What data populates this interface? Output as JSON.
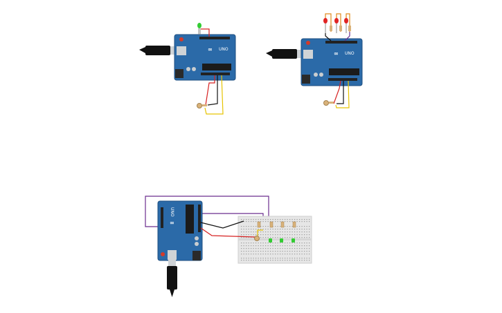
{
  "canvas": {
    "background": "#ffffff"
  },
  "colors": {
    "board_blue": "#2b6aa8",
    "board_dark": "#1f4f80",
    "header_black": "#222222",
    "chip_black": "#1b1b1b",
    "cable_black": "#111111",
    "usb_silver": "#cfd3d6",
    "power_jack": "#2a2a2a",
    "wire_red": "#d62020",
    "wire_black": "#111111",
    "wire_yellow": "#e6c300",
    "wire_purple": "#6b2c8e",
    "wire_orange": "#e08a1c",
    "led_green": "#33cc33",
    "led_red": "#e02424",
    "resistor_body": "#d9b27a",
    "breadboard": "#e6e6e6",
    "breadboard_hole": "#9a9a9a",
    "reset_red": "#d23a2a"
  },
  "boards": [
    {
      "name": "arduino-uno-1",
      "label": "UNO",
      "logo": "∞"
    },
    {
      "name": "arduino-uno-2",
      "label": "UNO",
      "logo": "∞"
    },
    {
      "name": "arduino-uno-3",
      "label": "UNO",
      "logo": "∞"
    }
  ],
  "components": {
    "leds": [
      {
        "name": "led-green-1",
        "color": "green"
      },
      {
        "name": "led-red-1",
        "color": "red"
      },
      {
        "name": "led-red-2",
        "color": "red"
      },
      {
        "name": "led-red-3",
        "color": "red"
      },
      {
        "name": "led-green-2",
        "color": "green"
      },
      {
        "name": "led-green-3",
        "color": "green"
      },
      {
        "name": "led-green-4",
        "color": "green"
      }
    ],
    "photoresistors": [
      {
        "name": "photoresistor-1"
      },
      {
        "name": "photoresistor-2"
      },
      {
        "name": "photoresistor-3"
      }
    ],
    "breadboard": {
      "name": "breadboard-1"
    }
  }
}
